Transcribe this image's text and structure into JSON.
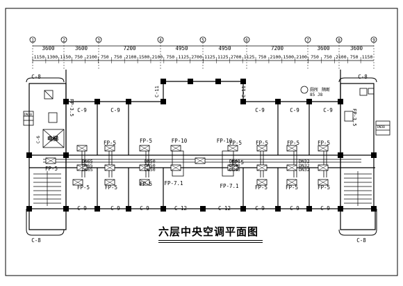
{
  "title": "六层中央空调平面图",
  "axes": [
    "1",
    "2",
    "3",
    "4",
    "5",
    "6",
    "7",
    "8",
    "9"
  ],
  "spans_major": [
    "3600",
    "3600",
    "7200",
    "4950",
    "4950",
    "7200",
    "3600",
    "3600"
  ],
  "spans_minor": [
    "1150",
    "1300",
    "1150",
    "750",
    "2100",
    "750",
    "750",
    "2100",
    "1500",
    "2100",
    "750",
    "1125",
    "2700",
    "1125",
    "1125",
    "2700",
    "1125",
    "750",
    "2100",
    "1500",
    "2100",
    "750",
    "750",
    "2100",
    "750",
    "1150"
  ],
  "units": {
    "fp5": "FP-5",
    "fp10": "FP-10",
    "fp71": "FP-7.1",
    "fp35": "FP-3.5"
  },
  "ducts": {
    "c9": "C-9",
    "c8": "C-8",
    "c11": "C-11",
    "c12": "C-12",
    "c6": "C-6"
  },
  "pipes": [
    "DN65",
    "DN50",
    "DN40",
    "DN32"
  ],
  "rooms": {
    "elevator": "电梯",
    "toilet_label": "厕所",
    "toilet_num": "85",
    "toilet_j": "J8",
    "toilet_extra": "隔断"
  },
  "side_box": "DN30"
}
